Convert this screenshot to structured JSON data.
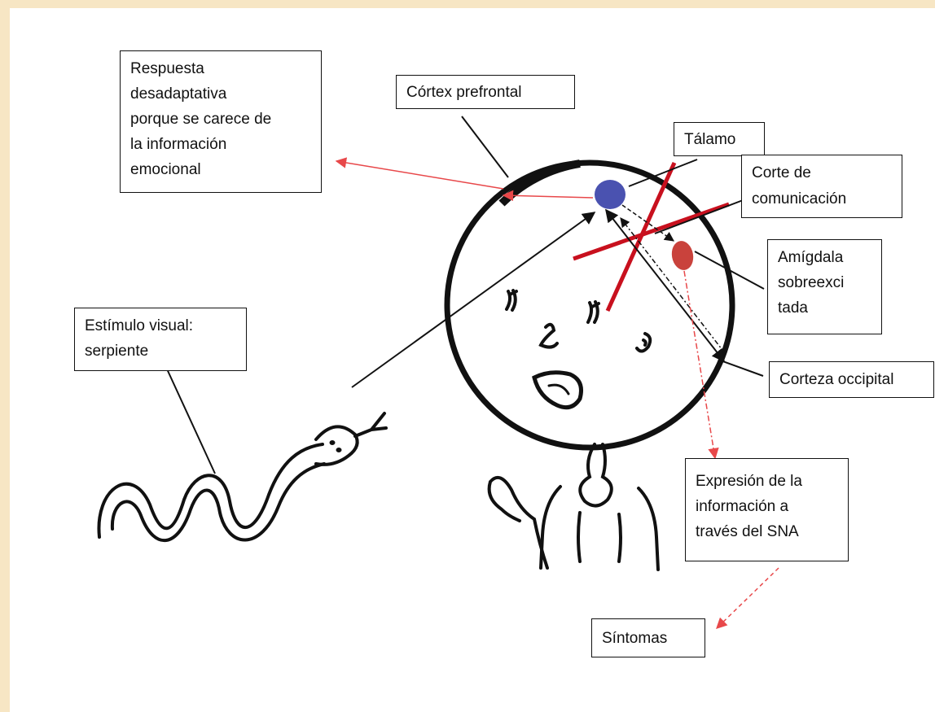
{
  "labels": {
    "respuesta": "Respuesta\ndesadaptativa\nporque se carece de\nla información\nemocional",
    "cortex_prefrontal": "Córtex prefrontal",
    "talamo": "Tálamo",
    "corte": "Corte de\ncomunicación",
    "amigdala": "Amígdala\nsobreexci\ntada",
    "estimulo": "Estímulo visual:\nserpiente",
    "corteza_occipital": "Corteza occipital",
    "expresion": "Expresión de la\ninformación a\ntravés del SNA",
    "sintomas": "Síntomas"
  },
  "colors": {
    "background": "#f7e6c4",
    "thalamus": "#4a52b0",
    "amygdala": "#c9423c",
    "cut_cross": "#c8101e",
    "red_arrow": "#e8484a",
    "ink": "#111111"
  }
}
